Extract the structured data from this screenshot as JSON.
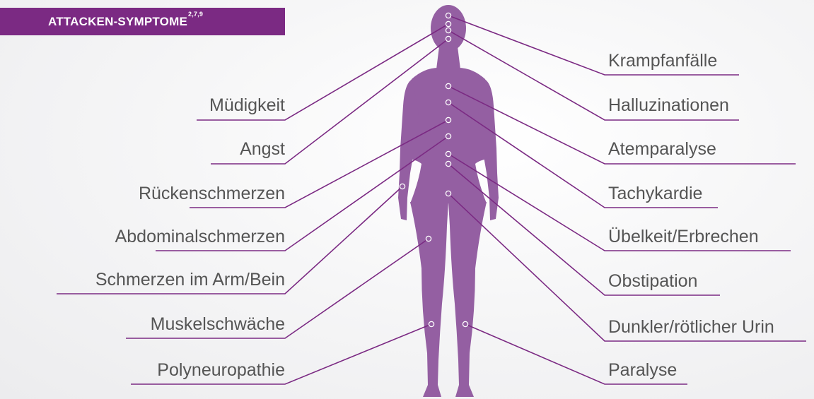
{
  "banner": {
    "title": "ATTACKEN-SYMPTOME",
    "refs": "2,7,9"
  },
  "colors": {
    "accent": "#7b2a83",
    "body": "#945fa2",
    "text": "#555555"
  },
  "symptoms": {
    "left": [
      "Müdigkeit",
      "Angst",
      "Rückenschmerzen",
      "Abdominalschmerzen",
      "Schmerzen im Arm/Bein",
      "Muskelschwäche",
      "Polyneuropathie"
    ],
    "right": [
      "Krampfanfälle",
      "Halluzinationen",
      "Atemparalyse",
      "Tachykardie",
      "Übelkeit/Erbrechen",
      "Obstipation",
      "Dunkler/rötlicher Urin",
      "Paralyse"
    ]
  }
}
